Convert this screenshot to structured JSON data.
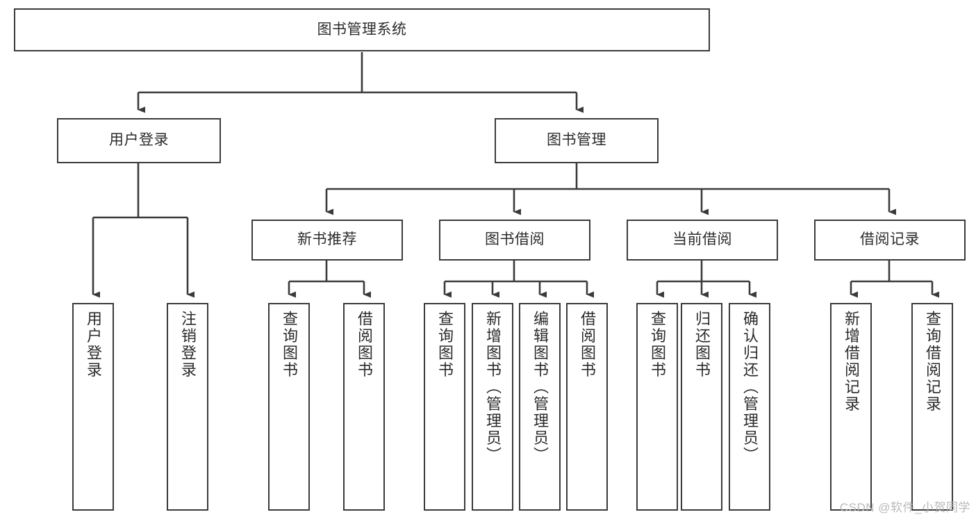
{
  "diagram": {
    "title": "图书管理系统",
    "type": "tree-hierarchy-chart",
    "stroke_color": "#3a3a3a",
    "fill_color": "#ffffff",
    "text_color": "#2b2b2b"
  },
  "root": {
    "label": "图书管理系统"
  },
  "level1": [
    {
      "label": "用户登录"
    },
    {
      "label": "图书管理"
    }
  ],
  "level2": [
    {
      "label": "新书推荐"
    },
    {
      "label": "图书借阅"
    },
    {
      "label": "当前借阅"
    },
    {
      "label": "借阅记录"
    }
  ],
  "leaves": {
    "user_login": [
      {
        "label": "用户登录"
      },
      {
        "label": "注销登录"
      }
    ],
    "new_book_recommend": [
      {
        "label": "查询图书"
      },
      {
        "label": "借阅图书"
      }
    ],
    "book_borrow": [
      {
        "label": "查询图书"
      },
      {
        "label": "新增图书（管理员）"
      },
      {
        "label": "编辑图书（管理员）"
      },
      {
        "label": "借阅图书"
      }
    ],
    "current_borrow": [
      {
        "label": "查询图书"
      },
      {
        "label": "归还图书"
      },
      {
        "label": "确认归还（管理员）"
      }
    ],
    "borrow_record": [
      {
        "label": "新增借阅记录"
      },
      {
        "label": "查询借阅记录"
      }
    ]
  },
  "watermark": {
    "text": "CSDN @软件_小贺同学"
  }
}
